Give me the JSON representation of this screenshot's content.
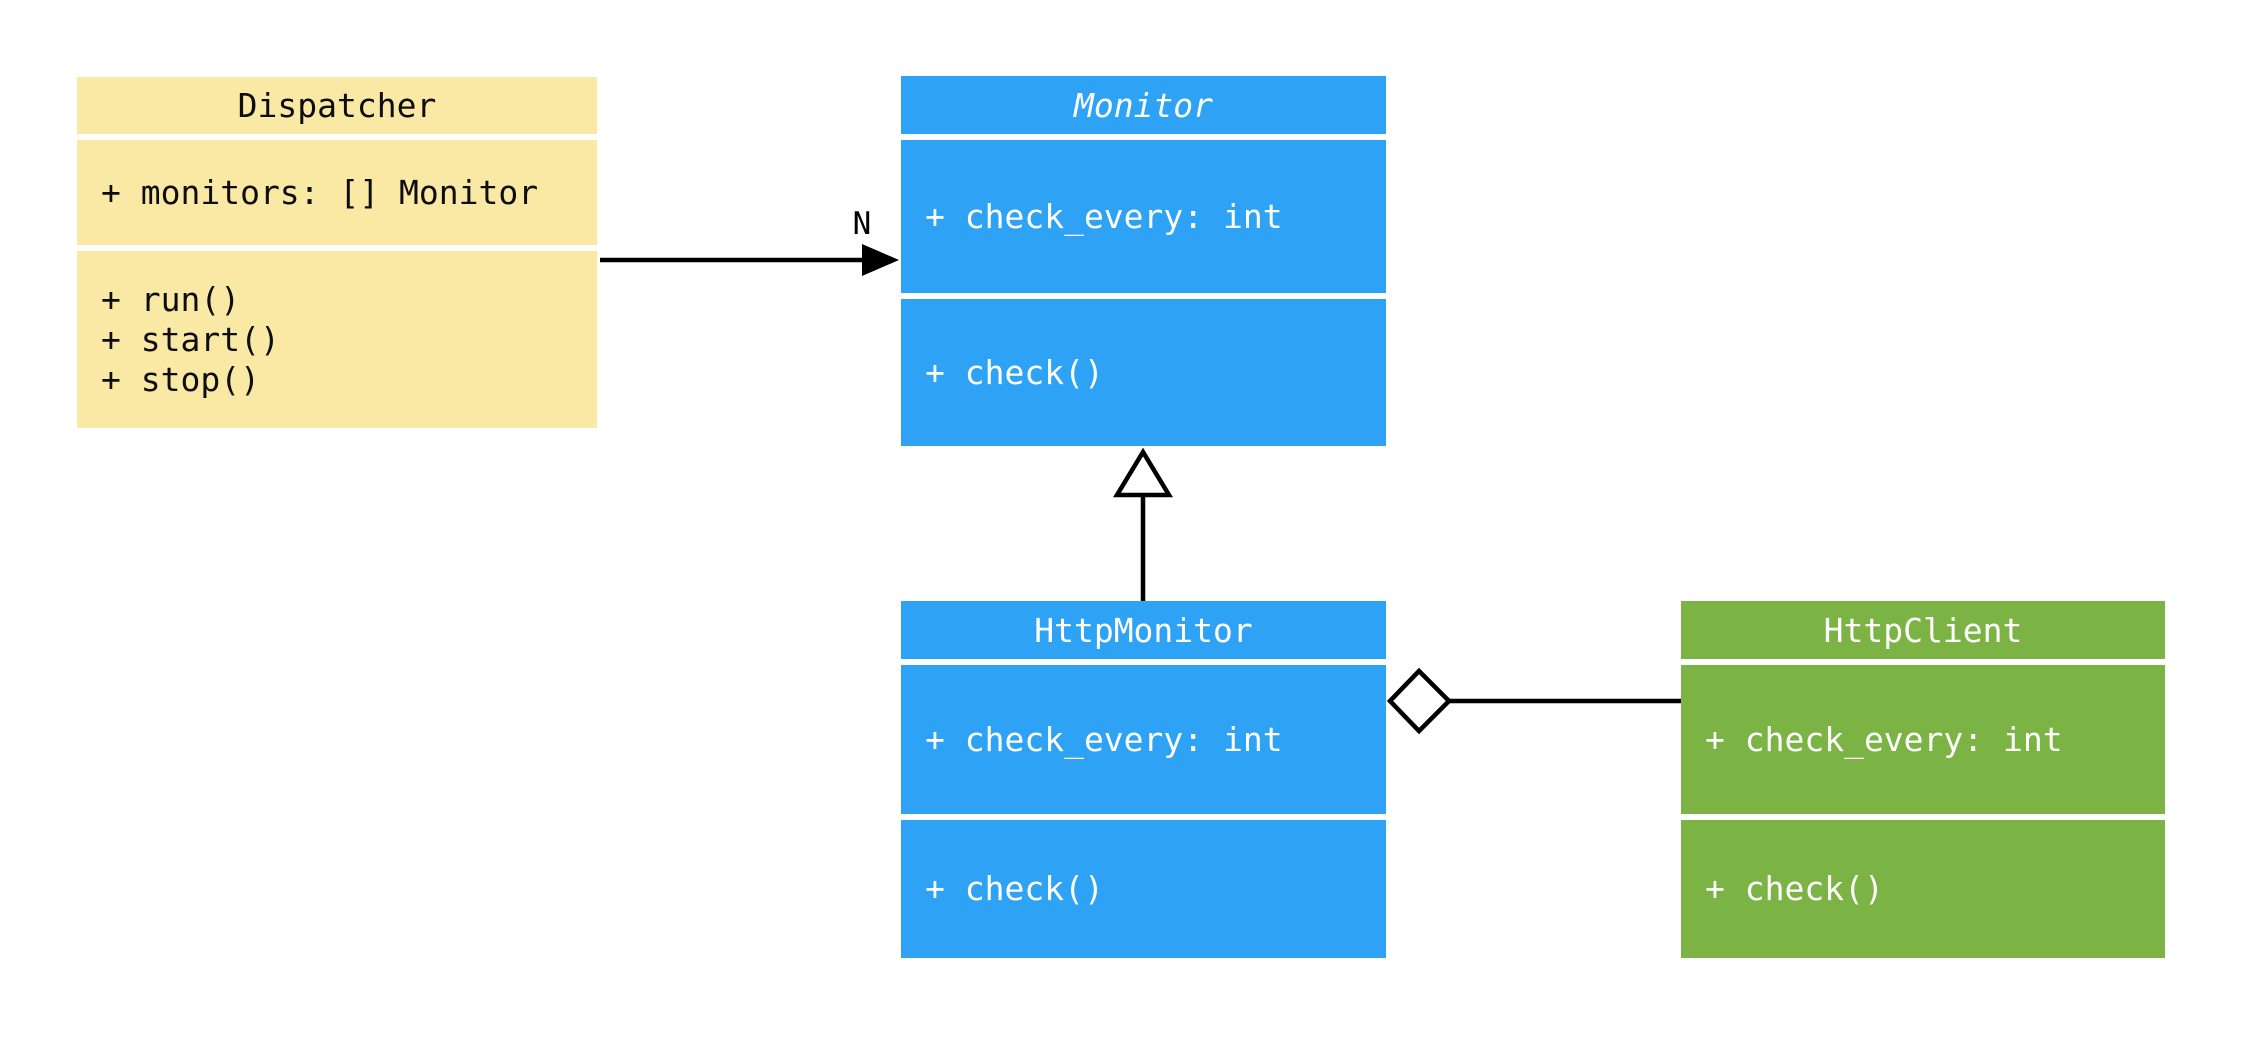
{
  "diagram": {
    "kind": "uml-class-diagram",
    "background_color": "#FFFFFF",
    "line_color": "#000000",
    "classes": [
      {
        "name": "Dispatcher",
        "abstract": false,
        "fill": "#FAE8A5",
        "text_color": "#0D0D0D",
        "attributes": [
          "+ monitors: [] Monitor"
        ],
        "methods": [
          "+ run()",
          "+ start()",
          "+ stop()"
        ]
      },
      {
        "name": "Monitor",
        "abstract": true,
        "fill": "#2EA2F4",
        "text_color": "#FFFFFF",
        "attributes": [
          "+ check_every: int"
        ],
        "methods": [
          "+ check()"
        ]
      },
      {
        "name": "HttpMonitor",
        "abstract": false,
        "fill": "#2EA2F4",
        "text_color": "#FFFFFF",
        "attributes": [
          "+ check_every: int"
        ],
        "methods": [
          "+ check()"
        ]
      },
      {
        "name": "HttpClient",
        "abstract": false,
        "fill": "#7BB345",
        "text_color": "#FFFFFF",
        "attributes": [
          "+ check_every: int"
        ],
        "methods": [
          "+ check()"
        ]
      }
    ],
    "relationships": [
      {
        "type": "association",
        "from": "Dispatcher",
        "to": "Monitor",
        "label": "N",
        "arrow": "filled"
      },
      {
        "type": "generalization",
        "from": "HttpMonitor",
        "to": "Monitor",
        "arrow": "hollow-triangle"
      },
      {
        "type": "aggregation",
        "from": "HttpMonitor",
        "to": "HttpClient",
        "arrow": "hollow-diamond"
      }
    ]
  }
}
